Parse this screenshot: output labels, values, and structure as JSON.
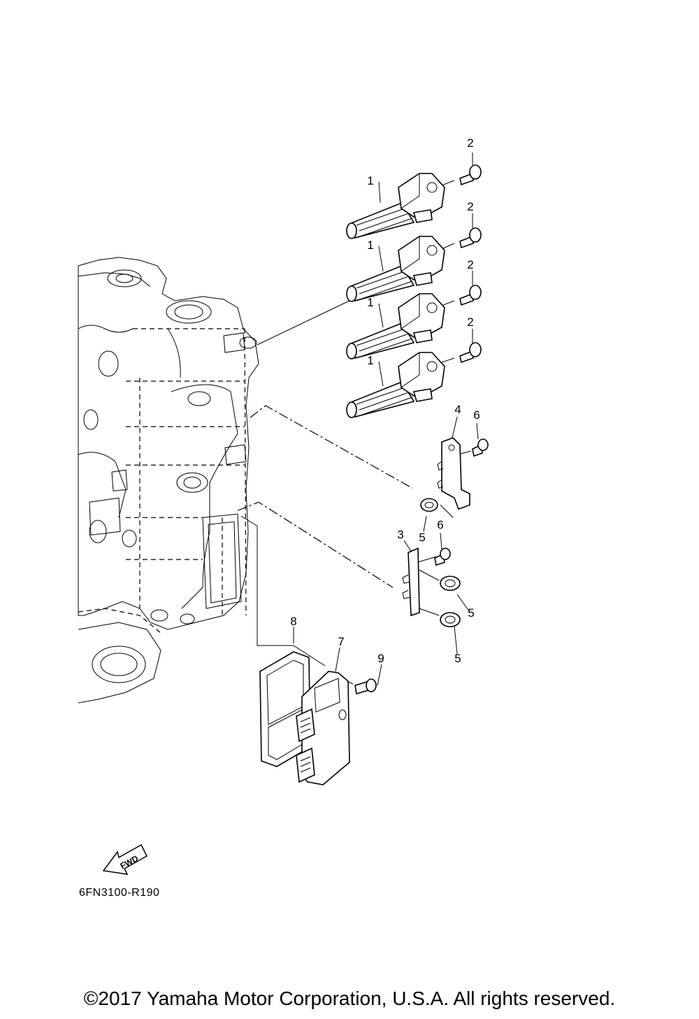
{
  "callouts": {
    "c1a": "1",
    "c1b": "1",
    "c1c": "1",
    "c1d": "1",
    "c2a": "2",
    "c2b": "2",
    "c2c": "2",
    "c2d": "2",
    "c3": "3",
    "c4": "4",
    "c5a": "5",
    "c5b": "5",
    "c5c": "5",
    "c6a": "6",
    "c6b": "6",
    "c7": "7",
    "c8": "8",
    "c9": "9"
  },
  "fwd_label": "FWD",
  "diagram_code": "6FN3100-R190",
  "copyright": "©2017 Yamaha Motor Corporation, U.S.A. All rights reserved."
}
